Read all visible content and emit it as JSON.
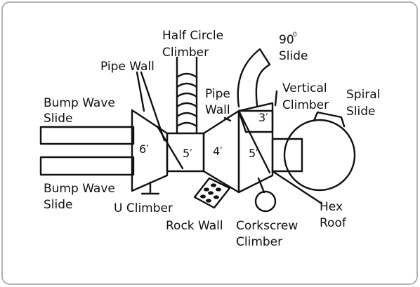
{
  "labels": {
    "half_circle_climber": [
      "Half Circle",
      "Climber"
    ],
    "slide_90": {
      "number": "90",
      "degree": "0",
      "word": "Slide"
    },
    "pipe_wall_left": "Pipe Wall",
    "pipe_wall_center": [
      "Pipe",
      "Wall"
    ],
    "vertical_climber": [
      "Vertical",
      "Climber"
    ],
    "spiral_slide": [
      "Spiral",
      "Slide"
    ],
    "bump_wave_slide_top": [
      "Bump Wave",
      "Slide"
    ],
    "bump_wave_slide_bottom": [
      "Bump Wave",
      "Slide"
    ],
    "u_climber": "U Climber",
    "rock_wall": "Rock Wall",
    "corkscrew_climber": [
      "Corkscrew",
      "Climber"
    ],
    "hex_roof": [
      "Hex",
      "Roof"
    ]
  },
  "heights": {
    "deck_left": "6′",
    "deck_middle": "5′",
    "deck_center": "4′",
    "deck_right": "5′",
    "deck_top_right": "3′"
  },
  "colors": {
    "stroke": "#111111",
    "frame": "#9a9a9a",
    "background": "#ffffff"
  }
}
